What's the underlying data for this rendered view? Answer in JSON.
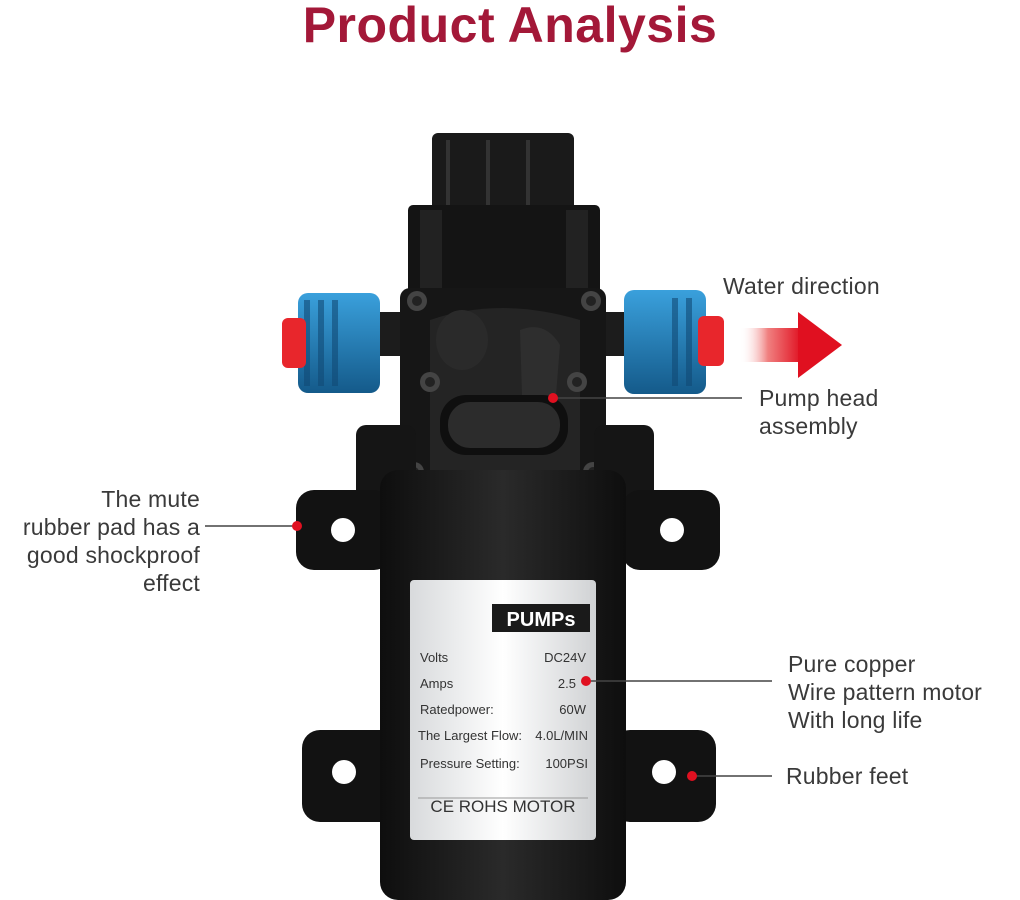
{
  "title": "Product Analysis",
  "callouts": {
    "water_direction": "Water direction",
    "pump_head": [
      "Pump head",
      "assembly"
    ],
    "rubber_pad": [
      "The mute",
      "rubber pad has a",
      "good shockproof",
      "effect"
    ],
    "motor": [
      "Pure copper",
      "Wire pattern motor",
      "With long life"
    ],
    "rubber_feet": "Rubber feet"
  },
  "product_label": {
    "brand": "PUMPs",
    "specs": [
      {
        "name": "Volts",
        "value": "DC24V"
      },
      {
        "name": "Amps",
        "value": "2.5"
      },
      {
        "name": "Ratedpower:",
        "value": "60W"
      },
      {
        "name": "The Largest Flow:",
        "value": "4.0L/MIN"
      },
      {
        "name": "Pressure Setting:",
        "value": "100PSI"
      }
    ],
    "certification": "CE ROHS MOTOR"
  },
  "colors": {
    "title": "#a31838",
    "accent_red": "#e01020",
    "pump_body": "#1a1a1a",
    "fitting_blue": "#1e7fc0",
    "label_text": "#3a3a3a"
  }
}
